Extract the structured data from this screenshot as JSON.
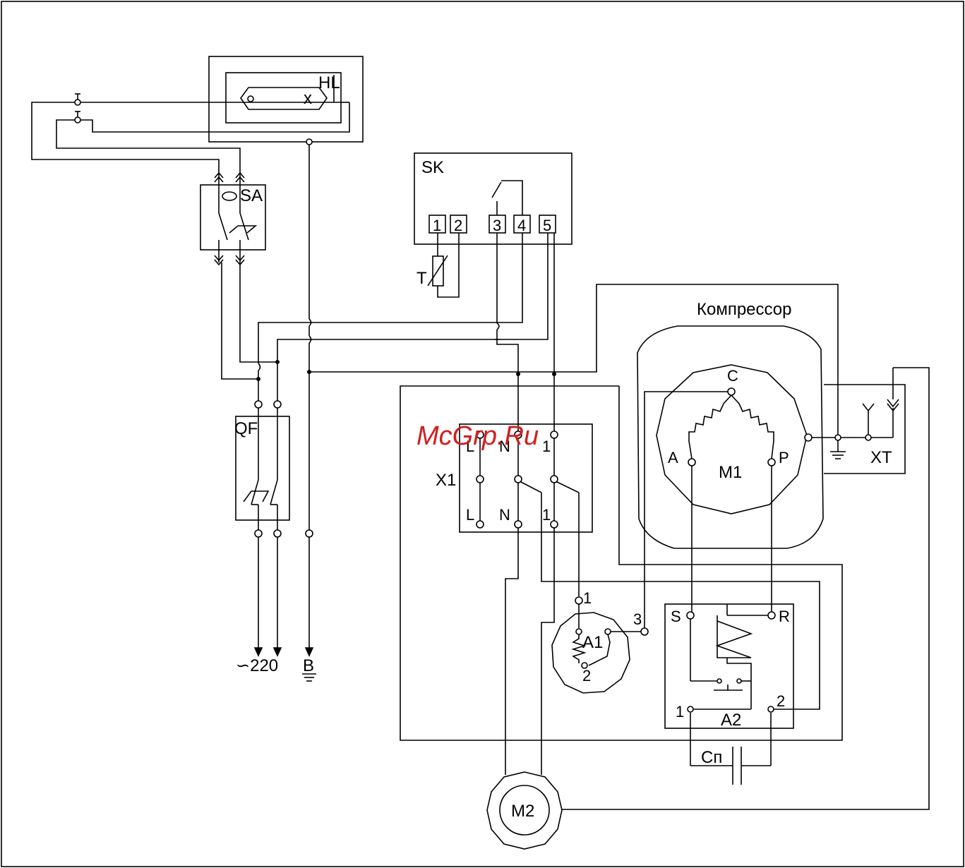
{
  "labels": {
    "hl": "HL",
    "hl_x": "x",
    "sa": "SA",
    "sk": "SK",
    "sk_terminals": [
      "1",
      "2",
      "3",
      "4",
      "5"
    ],
    "thermistor": "T",
    "compressor": "Компрессор",
    "m1": "M1",
    "m1_c": "C",
    "m1_a": "A",
    "m1_p": "P",
    "xt": "XT",
    "qf": "QF",
    "x1": "X1",
    "x1_top": [
      "L",
      "N",
      "1"
    ],
    "x1_bottom": [
      "L",
      "N",
      "1"
    ],
    "a1": "A1",
    "a1_pins": [
      "1",
      "2",
      "3"
    ],
    "a2": "A2",
    "a2_s": "S",
    "a2_r": "R",
    "a2_pins": [
      "1",
      "2"
    ],
    "cn": "Cп",
    "m2": "M2",
    "supply": "∽220",
    "ground": "B"
  },
  "watermark": "McGrp.Ru",
  "colors": {
    "line": "#000000",
    "background": "#ffffff",
    "watermark": "#d02020"
  }
}
